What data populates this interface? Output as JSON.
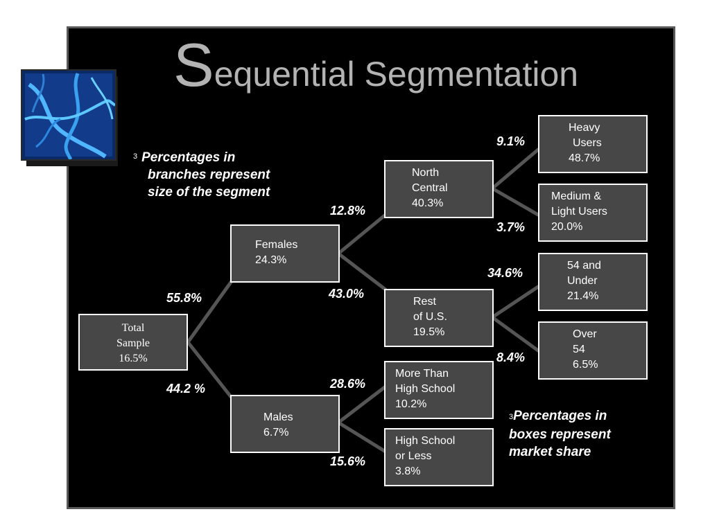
{
  "title": {
    "initial": "S",
    "rest": "equential Segmentation"
  },
  "notes": {
    "branches": {
      "bullet": "3",
      "lines": [
        "Percentages in",
        "branches represent",
        "size of the segment"
      ]
    },
    "boxes": {
      "bullet": "3",
      "lines": [
        "Percentages in",
        "boxes represent",
        "market share"
      ]
    }
  },
  "nodes": {
    "total": [
      "Total",
      "Sample",
      "16.5%"
    ],
    "females": [
      "Females",
      "24.3%"
    ],
    "males": [
      "Males",
      "6.7%"
    ],
    "north_central": [
      "North",
      "Central",
      "40.3%"
    ],
    "rest_us": [
      "Rest",
      "of U.S.",
      "19.5%"
    ],
    "more_than_hs": [
      "More Than",
      "High School",
      "10.2%"
    ],
    "hs_or_less": [
      "High School",
      "or Less",
      "3.8%"
    ],
    "heavy_users": [
      "Heavy",
      "Users",
      "48.7%"
    ],
    "medium_light": [
      "Medium &",
      "Light Users",
      "20.0%"
    ],
    "age_54_under": [
      "54 and",
      "Under",
      "21.4%"
    ],
    "over_54": [
      "Over",
      "54",
      "6.5%"
    ]
  },
  "branches": {
    "females": "55.8%",
    "males": "44.2 %",
    "north_central": "12.8%",
    "rest_us": "43.0%",
    "more_than_hs": "28.6%",
    "hs_or_less": "15.6%",
    "heavy_users": "9.1%",
    "medium_light": "3.7%",
    "age_54_under": "34.6%",
    "over_54": "8.4%"
  },
  "colors": {
    "background": "#000000",
    "box_fill": "#474747",
    "box_border": "#ffffff",
    "connector": "#555555",
    "title": "#b3b3b3"
  }
}
